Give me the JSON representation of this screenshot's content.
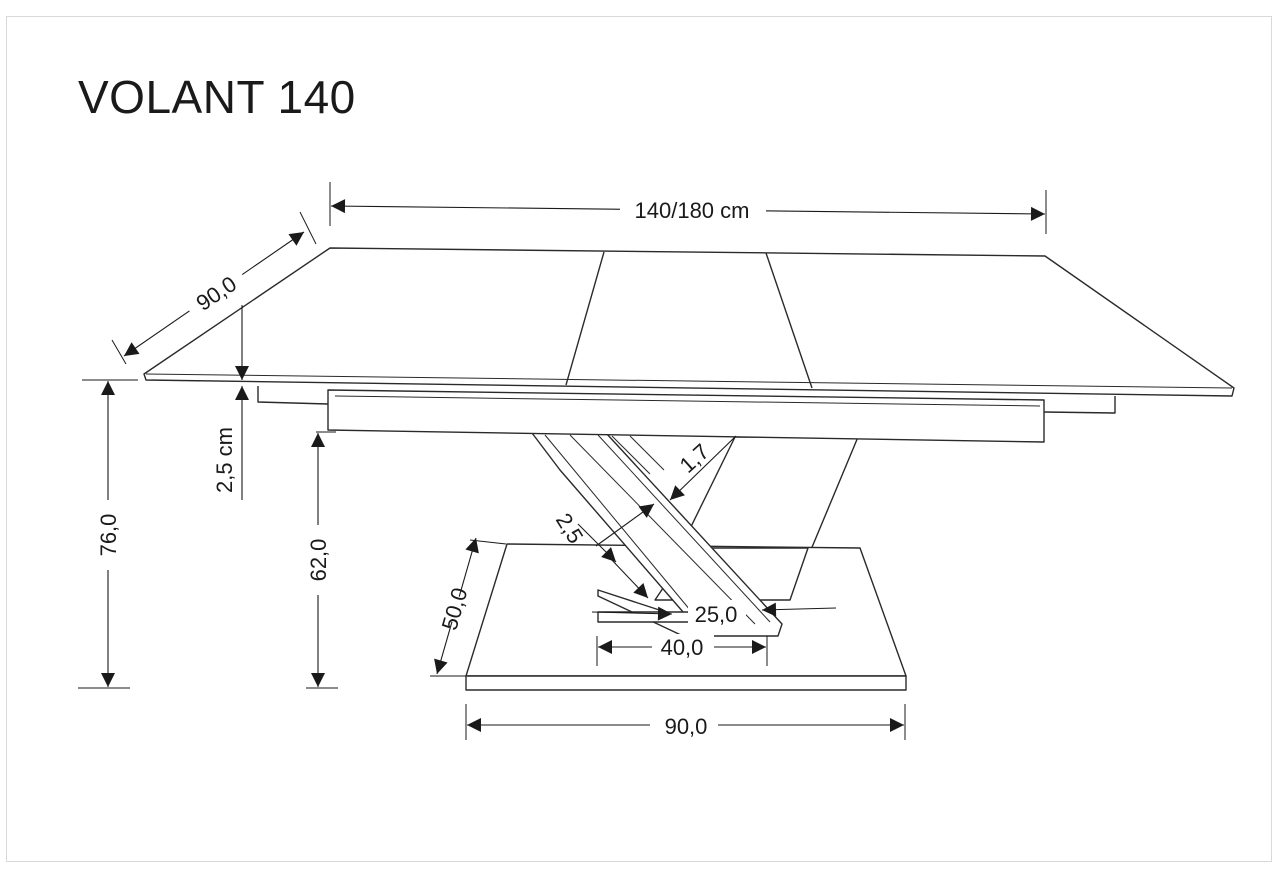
{
  "title": "VOLANT 140",
  "dimensions": {
    "length": "140/180 cm",
    "depth": "90,0",
    "top_thickness": "2,5 cm",
    "total_height": "76,0",
    "frame_height": "62,0",
    "base_depth": "50,0",
    "base_width": "90,0",
    "leg_spread": "40,0",
    "leg_width": "25,0",
    "leg_gap_a": "2,5",
    "leg_gap_b": "1,7"
  }
}
